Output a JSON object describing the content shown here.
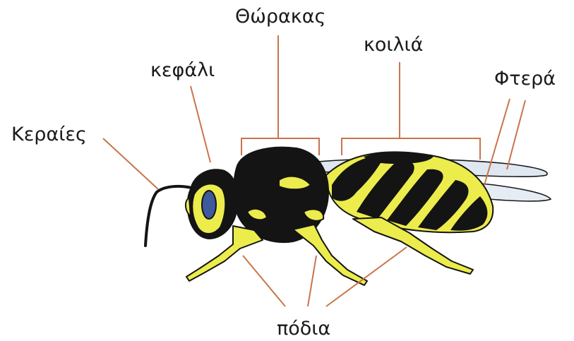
{
  "labels": {
    "antennae": "Κεραίες",
    "head": "κεφάλι",
    "thorax": "Θώρακας",
    "abdomen": "κοιλιά",
    "wings": "Φτερά",
    "legs": "πόδια"
  },
  "colors": {
    "leader_line": "#c8754a",
    "body_yellow": "#ecec4c",
    "body_black": "#141414",
    "wing_fill": "#dfe7f1",
    "eye_blue": "#3d5a9c"
  }
}
